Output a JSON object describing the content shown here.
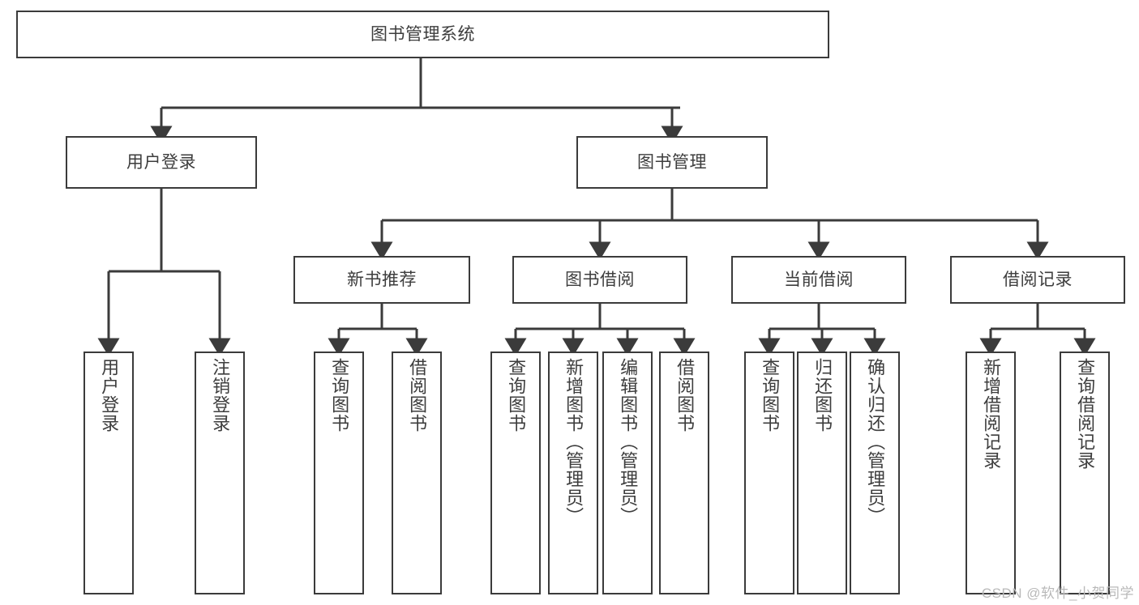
{
  "diagram": {
    "type": "tree-hierarchy-chart",
    "title": "图书管理系统",
    "line_color": "#3b3b3b",
    "text_color": "#3d3d3d",
    "background": "#ffffff",
    "nodes": {
      "root": {
        "label": "图书管理系统"
      },
      "level2": [
        {
          "id": "user-login",
          "label": "用户登录"
        },
        {
          "id": "book-management",
          "label": "图书管理"
        }
      ],
      "level3": [
        {
          "id": "new-book-recommend",
          "label": "新书推荐"
        },
        {
          "id": "book-borrow",
          "label": "图书借阅"
        },
        {
          "id": "current-borrow",
          "label": "当前借阅"
        },
        {
          "id": "borrow-record",
          "label": "借阅记录"
        }
      ],
      "leaves": {
        "user_login": [
          {
            "id": "leaf-user-login",
            "label": "用户登录"
          },
          {
            "id": "leaf-logout-login",
            "label": "注销登录"
          }
        ],
        "new_book_recommend": [
          {
            "id": "leaf-query-book-1",
            "label": "查询图书"
          },
          {
            "id": "leaf-borrow-book-1",
            "label": "借阅图书"
          }
        ],
        "book_borrow": [
          {
            "id": "leaf-query-book-2",
            "label": "查询图书"
          },
          {
            "id": "leaf-add-book",
            "label": "新增图书（管理员）"
          },
          {
            "id": "leaf-edit-book",
            "label": "编辑图书（管理员）"
          },
          {
            "id": "leaf-borrow-book-2",
            "label": "借阅图书"
          }
        ],
        "current_borrow": [
          {
            "id": "leaf-query-book-3",
            "label": "查询图书"
          },
          {
            "id": "leaf-return-book",
            "label": "归还图书"
          },
          {
            "id": "leaf-confirm-return",
            "label": "确认归还（管理员）"
          }
        ],
        "borrow_record": [
          {
            "id": "leaf-add-record",
            "label": "新增借阅记录"
          },
          {
            "id": "leaf-query-record",
            "label": "查询借阅记录"
          }
        ]
      }
    }
  },
  "watermark": {
    "text": "CSDN @软件_小贺同学"
  }
}
